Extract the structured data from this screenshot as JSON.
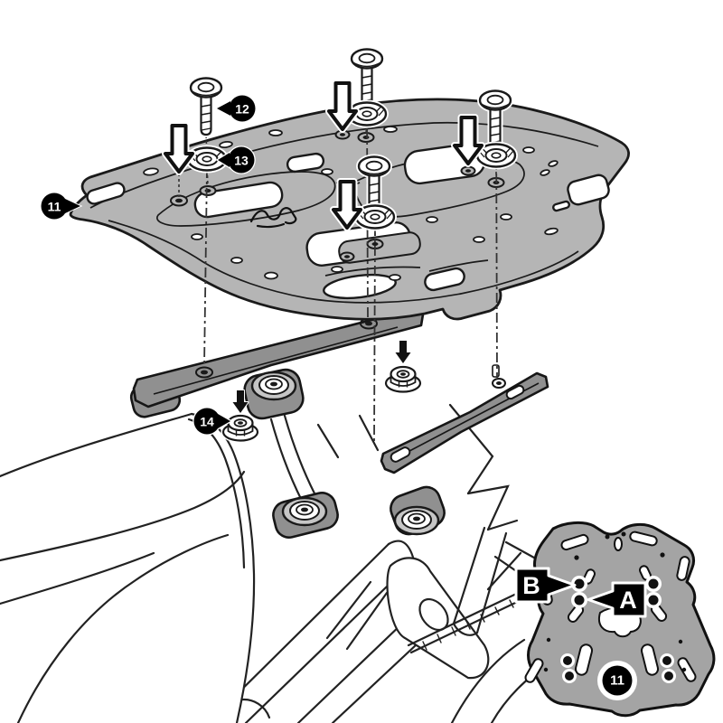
{
  "figure": {
    "callouts": {
      "rack_plate": "11",
      "screw": "12",
      "adapter": "13",
      "nut": "14"
    },
    "inset": {
      "plate_badge": "11",
      "position_left": "B",
      "position_right": "A"
    },
    "colors": {
      "background": "#ffffff",
      "outline": "#1a1a1a",
      "rack_plate": "#b5b5b5",
      "adapter_bar": "#909090",
      "inset_plate": "#a4a4a4",
      "callout_background": "#000000",
      "callout_text": "#ffffff"
    }
  }
}
